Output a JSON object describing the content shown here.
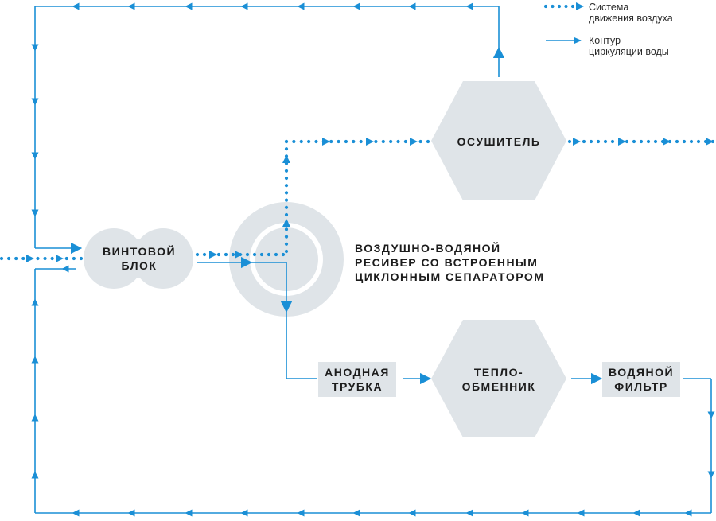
{
  "colors": {
    "flow": "#1a8fd6",
    "node": "#dfe4e8",
    "text": "#1c1c1c"
  },
  "legend": {
    "air": "Система\nдвижения воздуха",
    "water": "Контур\nциркуляции воды"
  },
  "nodes": {
    "screw_block": "ВИНТОВОЙ\nБЛОК",
    "receiver": "ВОЗДУШНО-ВОДЯНОЙ\nРЕСИВЕР СО ВСТРОЕННЫМ\nЦИКЛОННЫМ СЕПАРАТОРОМ",
    "dryer": "ОСУШИТЕЛЬ",
    "anode_tube": "АНОДНАЯ\nТРУБКА",
    "heat_exchanger": "ТЕПЛО-\nОБМЕННИК",
    "water_filter": "ВОДЯНОЙ\nФИЛЬТР"
  }
}
